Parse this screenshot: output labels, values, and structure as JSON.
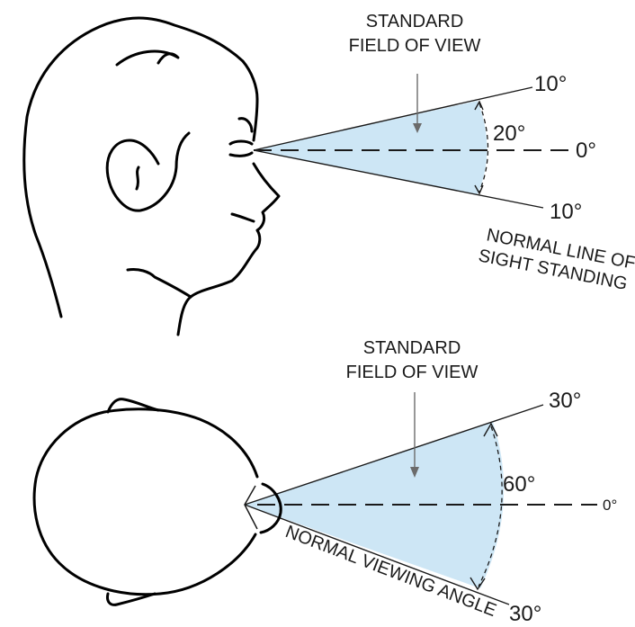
{
  "side_view": {
    "field_label_line1": "STANDARD",
    "field_label_line2": "FIELD OF VIEW",
    "upper_angle": "10°",
    "lower_angle": "10°",
    "span_angle": "20°",
    "center_angle": "0°",
    "sightline_label_line1": "NORMAL LINE OF",
    "sightline_label_line2": "SIGHT STANDING"
  },
  "top_view": {
    "field_label_line1": "STANDARD",
    "field_label_line2": "FIELD OF VIEW",
    "upper_angle": "30°",
    "lower_angle": "30°",
    "span_angle": "60°",
    "center_angle": "0°",
    "viewing_label": "NORMAL VIEWING ANGLE"
  },
  "colors": {
    "field_fill": "#cde6f5",
    "line": "#1a1a1a",
    "arrow": "#6b6b6b",
    "background": "#ffffff"
  }
}
